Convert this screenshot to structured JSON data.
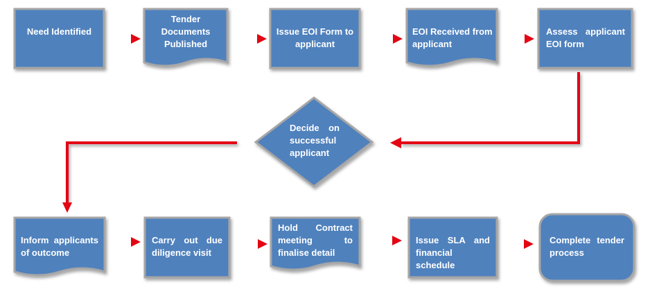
{
  "colors": {
    "box_fill": "#4f81bd",
    "box_border": "#a6a6a6",
    "arrow": "#e30613",
    "text": "#ffffff"
  },
  "steps": {
    "need_identified": "Need Identified",
    "tender_docs_l1": "Tender",
    "tender_docs_l2": "Documents",
    "tender_docs_l3": "Published",
    "issue_eoi_l1": "Issue EOI Form to",
    "issue_eoi_l2": "applicant",
    "eoi_received_l1": "EOI Received from",
    "eoi_received_l2": "applicant",
    "assess_l1": "Assess applicant",
    "assess_l2": "EOI form",
    "decide_l1": "Decide on",
    "decide_l2": "successful",
    "decide_l3": "applicant",
    "inform_l1": "Inform applicants",
    "inform_l2": "of outcome",
    "diligence_l1": "Carry out due",
    "diligence_l2": "diligence visit",
    "contract_l1": "Hold Contract",
    "contract_l2": "meeting to",
    "contract_l3": "finalise detail",
    "sla_l1": "Issue SLA and",
    "sla_l2": "financial schedule",
    "complete_l1": "Complete tender",
    "complete_l2": "process"
  }
}
